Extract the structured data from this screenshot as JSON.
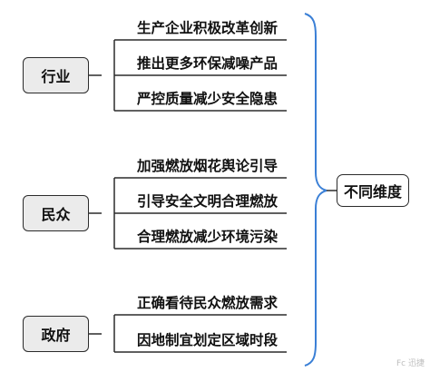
{
  "root": {
    "label": "不同维度"
  },
  "categories": [
    {
      "label": "行业",
      "items": [
        "生产企业积极改革创新",
        "推出更多环保减噪产品",
        "严控质量减少安全隐患"
      ]
    },
    {
      "label": "民众",
      "items": [
        "加强燃放烟花舆论引导",
        "引导安全文明合理燃放",
        "合理燃放减少环境污染"
      ]
    },
    {
      "label": "政府",
      "items": [
        "正确看待民众燃放需求",
        "因地制宜划定区域时段"
      ]
    }
  ],
  "watermark": "Fc 迅捷",
  "colors": {
    "brace": "#3a7fd6",
    "line": "#2b2b2b",
    "category_fill": "#ebebeb"
  }
}
